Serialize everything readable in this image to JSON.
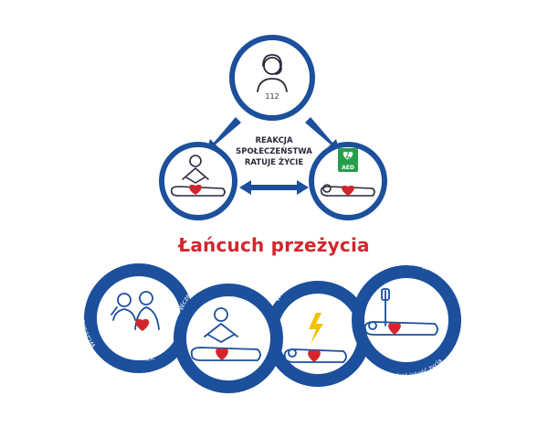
{
  "top_cycle": {
    "center_lines": [
      "REAKCJA",
      "SPOŁECZEŃSTWA",
      "RATUJE ŻYCIE"
    ],
    "phone_label": "112",
    "aed_label": "AED"
  },
  "chain": {
    "title": "Łańcuch przeżycia",
    "links": [
      {
        "top_label": "Wczesne rozpoznanie i wezwanie pomocy",
        "bottom_label": "aby zapobiec NZK"
      },
      {
        "top_label": "Wczesne rozpoczęcie RKO",
        "bottom_label": "aby zyskać na czasie"
      },
      {
        "top_label": "Wczesna defibrylacja",
        "bottom_label": "aby przywrócić czynność serca"
      },
      {
        "top_label": "Opieka poresuscytacyjna",
        "bottom_label": "aby przywrócić jakość życia"
      }
    ]
  },
  "colors": {
    "primary_blue": "#1c4f9c",
    "heart_red": "#d3262c",
    "aed_green": "#24a04a",
    "bolt_yellow": "#f2c200"
  }
}
